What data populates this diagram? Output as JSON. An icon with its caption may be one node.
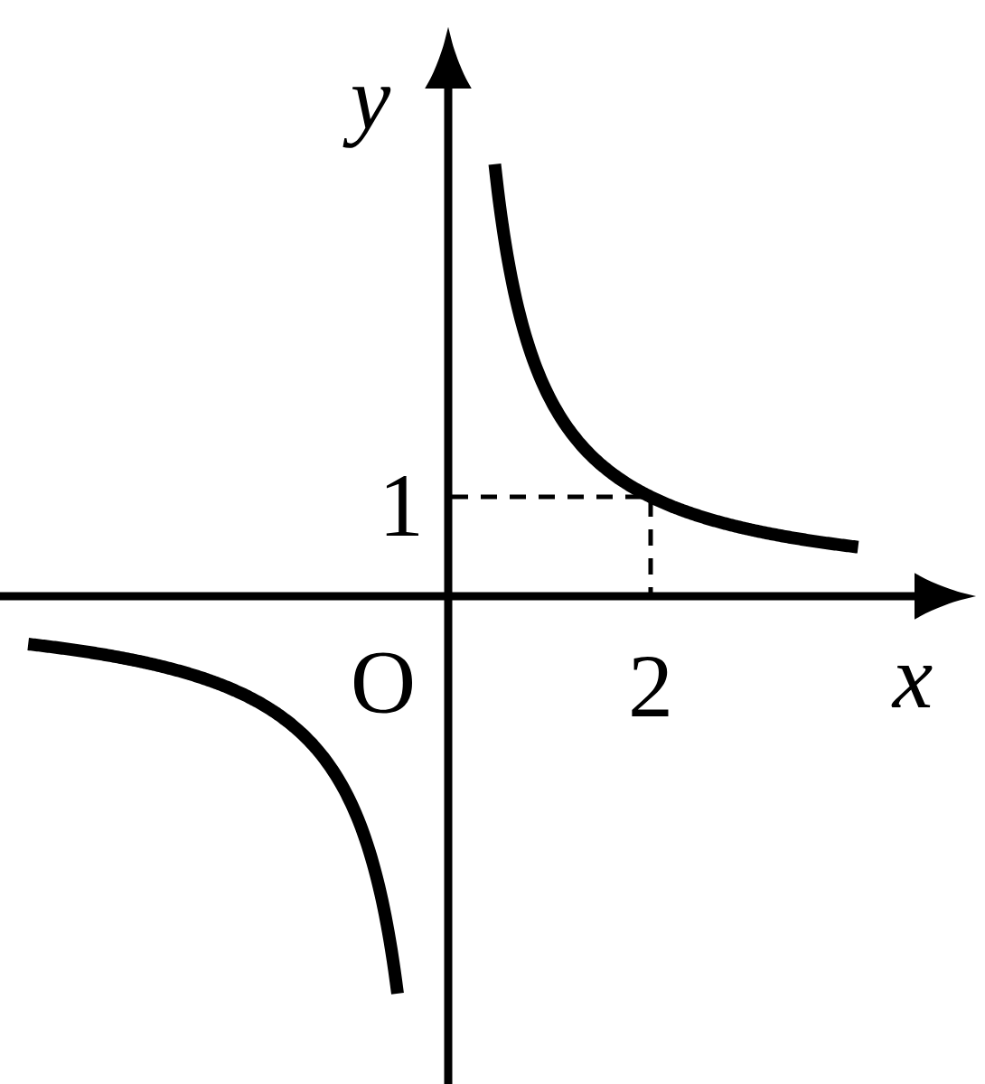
{
  "diagram": {
    "labels": [
      "y",
      "1",
      "O",
      "2",
      "x"
    ]
  }
}
